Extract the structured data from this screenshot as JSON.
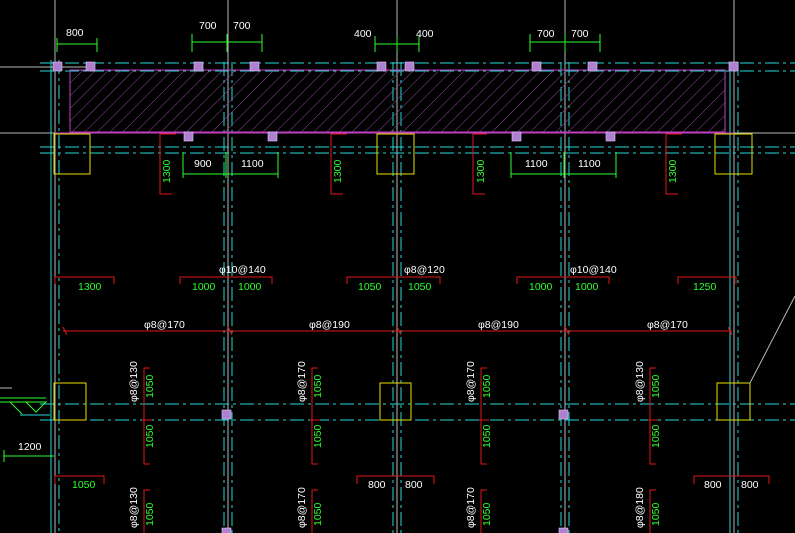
{
  "colors": {
    "background": "#000000",
    "dimension": "#2cff2c",
    "rebar": "#e01818",
    "axis": "#25d8d8",
    "column": "#e8e000",
    "beam_band": "#c040c0",
    "node": "#b080d0",
    "text": "#ffffff"
  },
  "top_dims": {
    "d1": "800",
    "d2": "700",
    "d3": "700",
    "d4": "400",
    "d5": "400",
    "d6": "700",
    "d7": "700"
  },
  "upper_dims": {
    "a": "900",
    "b": "1100",
    "c": "1100",
    "d": "1100"
  },
  "vertical_1300": {
    "v1": "1300",
    "v2": "1300",
    "v3": "1300",
    "v4": "1300"
  },
  "rebar_specs": {
    "s1": "φ10@140",
    "s2": "φ8@120",
    "s3": "φ10@140",
    "h1": "φ8@170",
    "h2": "φ8@190",
    "h3": "φ8@190",
    "h4": "φ8@170",
    "c1": "φ8@130",
    "c2": "φ8@170",
    "c3": "φ8@170",
    "c4": "φ8@130",
    "e1": "φ8@130",
    "e2": "φ8@170",
    "e3": "φ8@170",
    "e4": "φ8@180"
  },
  "mid_dims": {
    "m1": "1300",
    "m2": "1000",
    "m3": "1000",
    "m4": "1050",
    "m5": "1050",
    "m6": "1000",
    "m7": "1000",
    "m8": "1250"
  },
  "lower_vertical": {
    "l1": "1050",
    "l2": "1050",
    "l3": "1050",
    "l4": "1050",
    "l5": "1050",
    "l6": "1050",
    "l7": "1050",
    "l8": "1050",
    "l9": "1050",
    "l10": "1050",
    "l11": "1050",
    "l12": "1050"
  },
  "bottom_dims": {
    "b1": "1050",
    "b2": "800",
    "b3": "800",
    "b4": "800",
    "b5": "800"
  },
  "left_dim": "1200"
}
